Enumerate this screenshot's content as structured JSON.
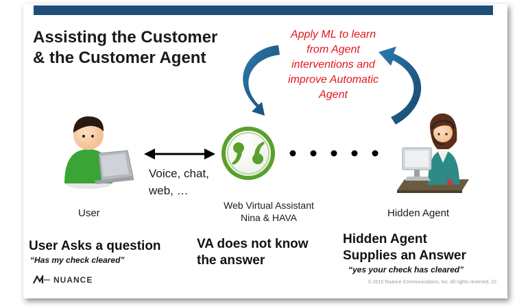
{
  "slide": {
    "title_lines": [
      "Assisting the Customer",
      "& the Customer Agent"
    ],
    "ml_note_lines": [
      "Apply ML to learn",
      "from Agent",
      "interventions and",
      "improve Automatic",
      "Agent"
    ],
    "channels_lines": [
      "Voice, chat,",
      "web, …"
    ],
    "user_label": "User",
    "va_label_lines": [
      "Web Virtual Assistant",
      "Nina & HAVA"
    ],
    "agent_label": "Hidden Agent",
    "bottom": {
      "user": {
        "heading_lines": [
          "User Asks a question"
        ],
        "quote": "“Has my check cleared”"
      },
      "va": {
        "heading_lines": [
          "VA does not know",
          "the answer"
        ]
      },
      "agent": {
        "heading_lines": [
          "Hidden Agent",
          "Supplies an Answer"
        ],
        "quote": "“yes your check has cleared”"
      }
    },
    "logo_text": "NUANCE",
    "copyright": "© 2015 Nuance Communications, Inc. All rights reserved.   22"
  },
  "colors": {
    "topbar": "#1f4e79",
    "arrow_blue": "#1f5f8b",
    "ml_text": "#e4141b",
    "va_green": "#5aa02c"
  },
  "icons": [
    "user-with-laptop-icon",
    "virtual-assistant-quote-icon",
    "hidden-agent-headset-icon",
    "nuance-logo-icon"
  ]
}
